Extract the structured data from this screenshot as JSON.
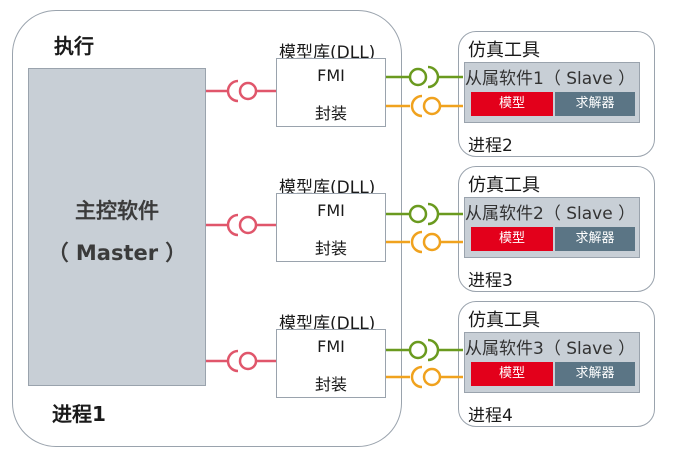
{
  "colors": {
    "red_connector": "#e0566b",
    "green_connector": "#6a9a1f",
    "orange_connector": "#f0a21e",
    "chip_model": "#e3001b",
    "chip_solver": "#5b7585",
    "block_fill": "#c8cfd6"
  },
  "main": {
    "exec_label": "执行",
    "master_line1": "主控软件",
    "master_line2": "（ Master ）",
    "process_label": "进程1"
  },
  "rows": [
    {
      "model_lib": "模型库(DLL)",
      "fmi": "FMI",
      "wrap": "封装",
      "tool_title": "仿真工具",
      "slave": "从属软件1（ Slave ）",
      "chip_model": "模型",
      "chip_solver": "求解器",
      "process": "进程2"
    },
    {
      "model_lib": "模型库(DLL)",
      "fmi": "FMI",
      "wrap": "封装",
      "tool_title": "仿真工具",
      "slave": "从属软件2（ Slave ）",
      "chip_model": "模型",
      "chip_solver": "求解器",
      "process": "进程3"
    },
    {
      "model_lib": "模型库(DLL)",
      "fmi": "FMI",
      "wrap": "封装",
      "tool_title": "仿真工具",
      "slave": "从属软件3（ Slave ）",
      "chip_model": "模型",
      "chip_solver": "求解器",
      "process": "进程4"
    }
  ]
}
